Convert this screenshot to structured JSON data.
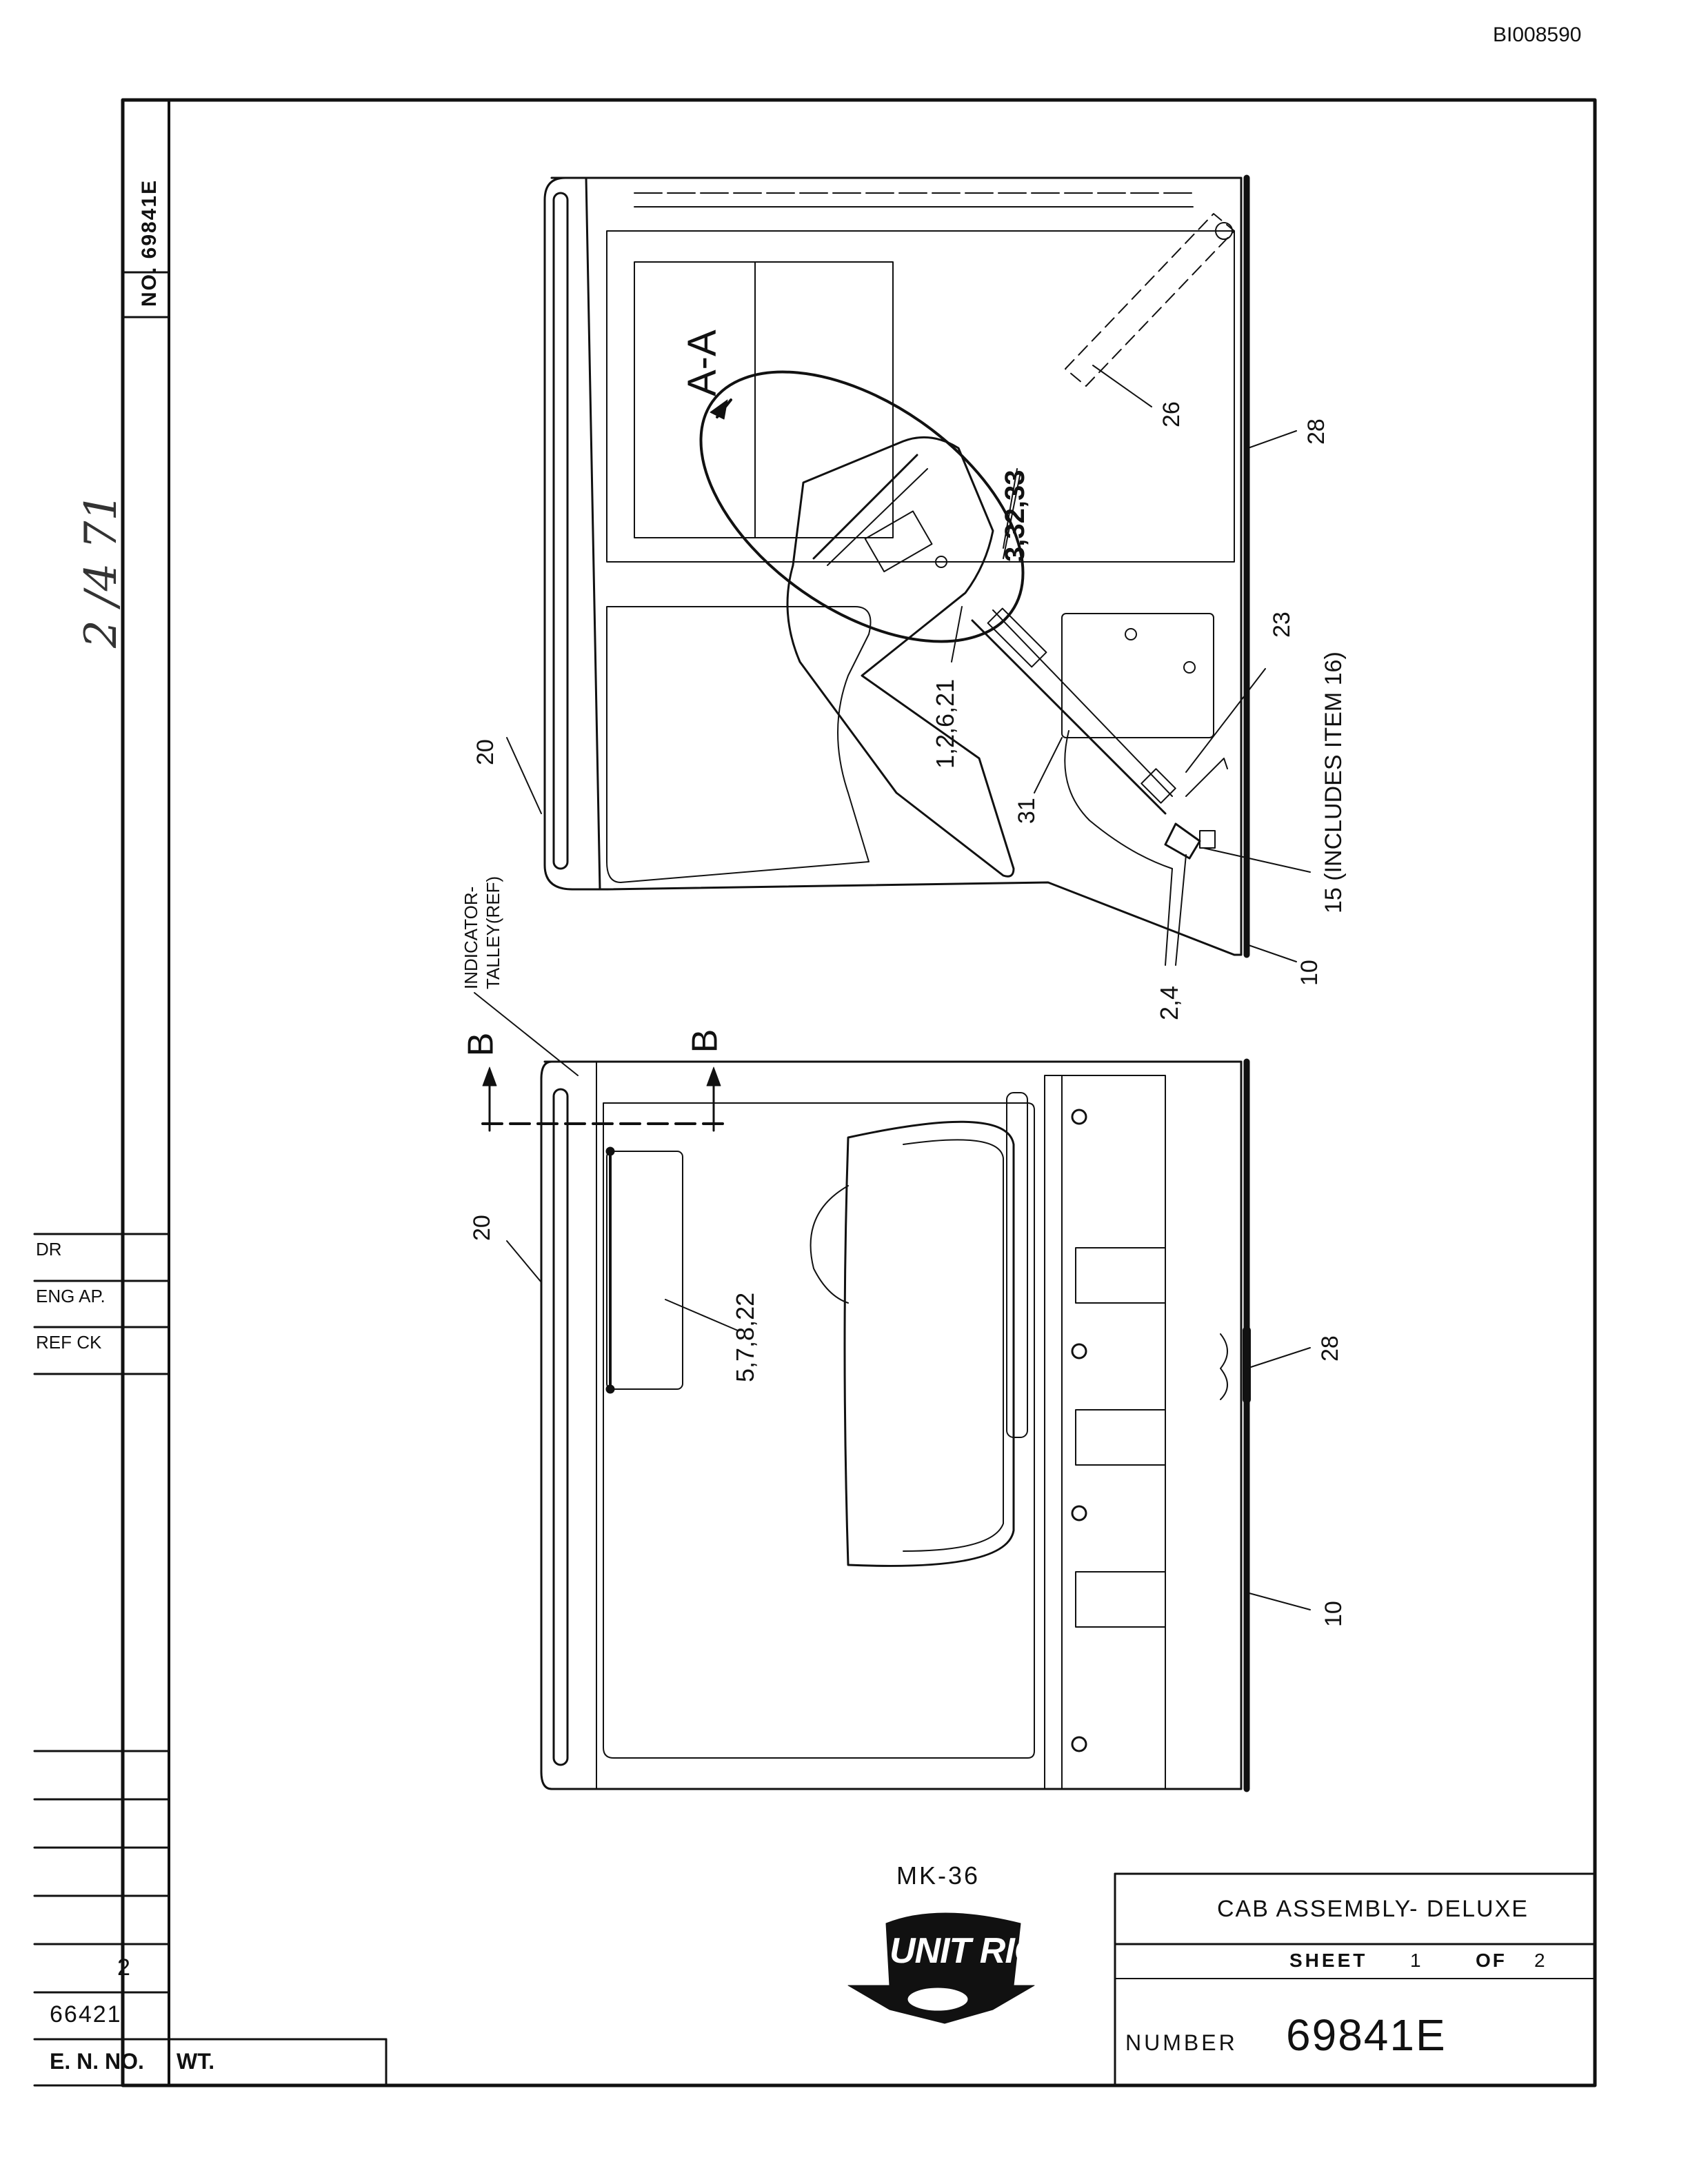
{
  "doc_id": "BI008590",
  "drawing_no_label": "NO. 69841E",
  "handwritten_date": "2 /4 71",
  "revision_block": {
    "dr": "DR",
    "eng_ap": "ENG AP.",
    "ref_ck": "REF CK"
  },
  "left_block": {
    "sheet_count": "2",
    "part_no": "66421",
    "en_no_label": "E. N. NO.",
    "wt_label": "WT."
  },
  "model": "MK-36",
  "logo_text": "UNIT RIG",
  "title": "CAB ASSEMBLY- DELUXE",
  "sheet": {
    "label": "SHEET",
    "number": "1",
    "of_label": "OF",
    "total": "2"
  },
  "number_block": {
    "label": "NUMBER",
    "value": "69841E"
  },
  "callouts": {
    "section_aa": "A-A",
    "items_3_32_33": "3,32,33",
    "item_26": "26",
    "item_28_top": "28",
    "item_23": "23",
    "items_1_6_21": "1,2,6,21",
    "item_31": "31",
    "item_20_top": "20",
    "indicator_line1": "INDICATOR-",
    "indicator_line2": "TALLEY(REF)",
    "item_15": "15 (INCLUDES ITEM 16)",
    "item_10_top": "10",
    "items_2_4": "2,4",
    "section_b_left": "B",
    "section_b_right": "B",
    "item_20_bottom": "20",
    "items_5_7_8_22": "5,7,8,22",
    "item_28_bottom": "28",
    "item_10_bottom": "10"
  }
}
